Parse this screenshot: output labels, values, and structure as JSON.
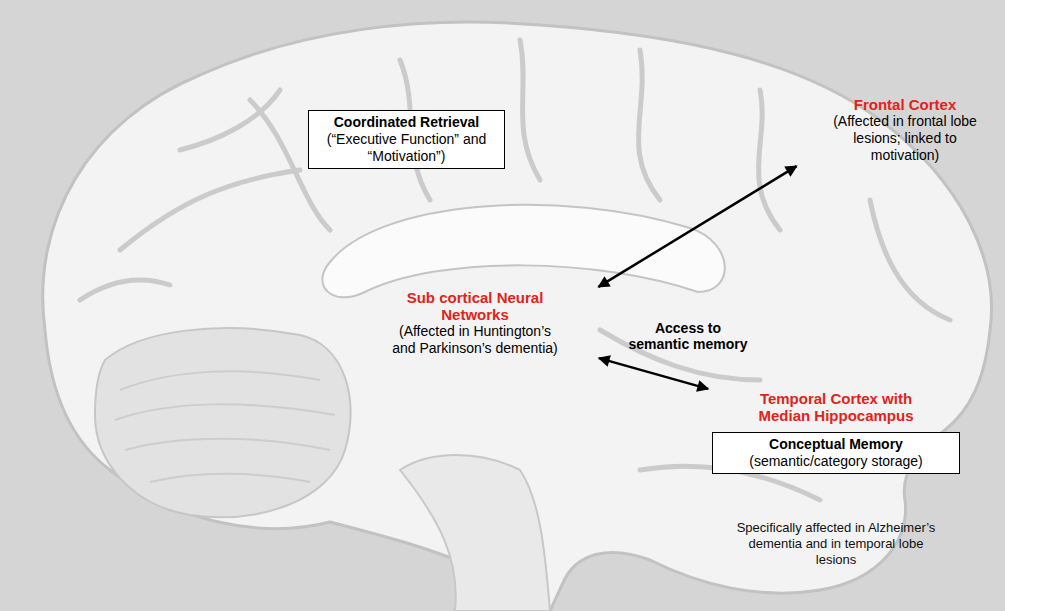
{
  "diagram": {
    "nodes": [
      {
        "text": [
          "Coordinated Retrieval",
          "(“Executive Function” and “Motivation”)"
        ]
      },
      {
        "text": [
          "Frontal Cortex",
          "(Affected in frontal lobe lesions; linked to motivation)"
        ]
      },
      {
        "text": [
          "Sub cortical Neural Networks",
          "(Affected in Huntington’s and Parkinson’s dementia)"
        ]
      },
      {
        "text": [
          "Temporal Cortex with Median Hippocampus"
        ]
      },
      {
        "text": [
          "Conceptual Memory",
          "(semantic/category storage)"
        ]
      }
    ],
    "edges": [
      {
        "from": 1,
        "to": 2,
        "arrow": "both"
      },
      {
        "from": 2,
        "to": 3,
        "label": "Access to semantic memory",
        "arrow": "both"
      }
    ],
    "labels": [
      "Specifically affected in Alzheimer’s dementia and in temporal lobe lesions"
    ]
  }
}
